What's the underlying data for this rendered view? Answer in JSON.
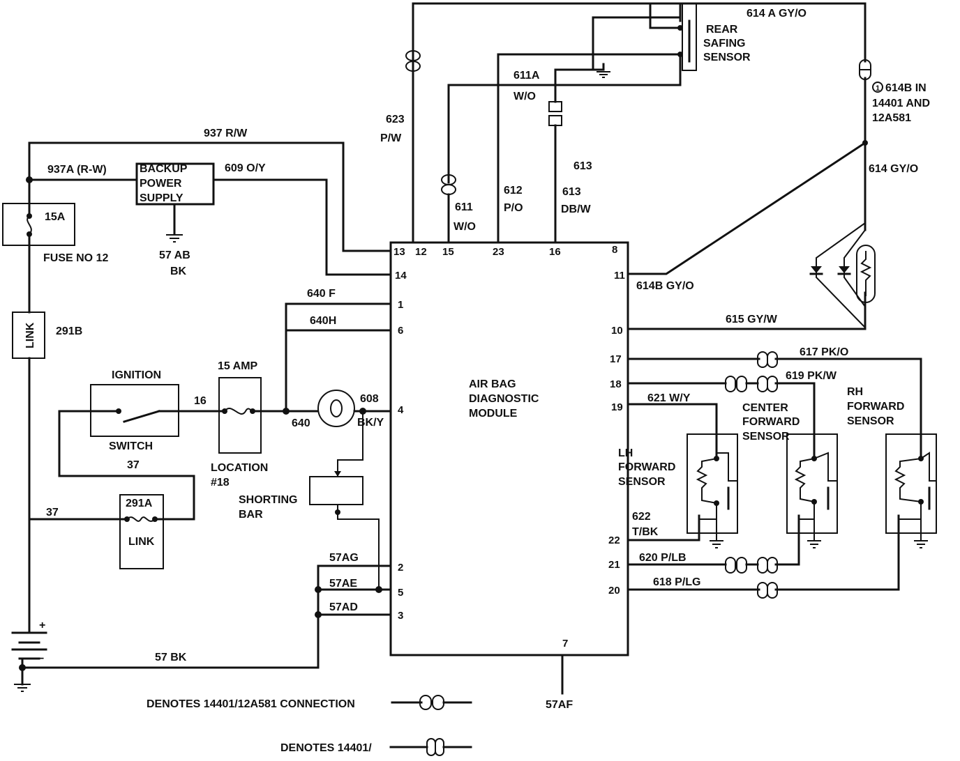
{
  "module": {
    "title": [
      "AIR BAG",
      "DIAGNOSTIC",
      "MODULE"
    ],
    "pins": {
      "p13": "13",
      "p12": "12",
      "p15": "15",
      "p23": "23",
      "p16": "16",
      "p8": "8",
      "p14": "14",
      "p1": "1",
      "p6": "6",
      "p4": "4",
      "p2": "2",
      "p5": "5",
      "p3": "3",
      "p11": "11",
      "p10": "10",
      "p17": "17",
      "p18": "18",
      "p19": "19",
      "p22": "22",
      "p21": "21",
      "p20": "20",
      "p7": "7"
    }
  },
  "wires": {
    "w614a": "614 A GY/O",
    "w611a": "611A",
    "w611a_color": "W/O",
    "w623": "623",
    "w623_color": "P/W",
    "w613_top": "613",
    "w937": "937 R/W",
    "w937a": "937A  (R-W)",
    "w609": "609 O/Y",
    "w611": "611",
    "w611_color": "W/O",
    "w612": "612",
    "w612_color": "P/O",
    "w613": "613",
    "w613_color": "DB/W",
    "w614": "614 GY/O",
    "w614b": "614B  GY/O",
    "w615": "615 GY/W",
    "w640f": "640 F",
    "w640h": "640H",
    "w640": "640",
    "w608": "608",
    "w608_color": "BK/Y",
    "w16": "16",
    "w37": "37",
    "w37b": "37",
    "w291b": "291B",
    "w57ab": "57 AB",
    "w57ab_color": "BK",
    "w57ag": "57AG",
    "w57ae": "57AE",
    "w57ad": "57AD",
    "w57bk": "57  BK",
    "w57af": "57AF",
    "w617": "617 PK/O",
    "w619": "619 PK/W",
    "w621": "621  W/Y",
    "w622": "622",
    "w622_color": "T/BK",
    "w620": "620 P/LB",
    "w618": "618 P/LG"
  },
  "components": {
    "rear_safing": [
      "REAR",
      "SAFING",
      "SENSOR"
    ],
    "note_614b": [
      "614B IN",
      "14401 AND",
      "12A581"
    ],
    "note_marker": "1",
    "backup": [
      "BACKUP",
      "POWER",
      "SUPPLY"
    ],
    "fuse15a": "15A",
    "fuse_no": "FUSE NO  12",
    "link": "LINK",
    "ignition": "IGNITION",
    "switch": "SWITCH",
    "amp15": "15 AMP",
    "location": "LOCATION",
    "location_no": "#18",
    "shorting": "SHORTING",
    "bar": "BAR",
    "link291a": "291A",
    "link291a_label": "LINK",
    "battery_plus": "+",
    "battery_minus": "−",
    "center_sensor": [
      "CENTER",
      "FORWARD",
      "SENSOR"
    ],
    "rh_sensor": [
      "RH",
      "FORWARD",
      "SENSOR"
    ],
    "lh_sensor": [
      "LH",
      "FORWARD",
      "SENSOR"
    ]
  },
  "legend": {
    "connection": "DENOTES 14401/12A581 CONNECTION",
    "connection2": "DENOTES 14401/"
  }
}
